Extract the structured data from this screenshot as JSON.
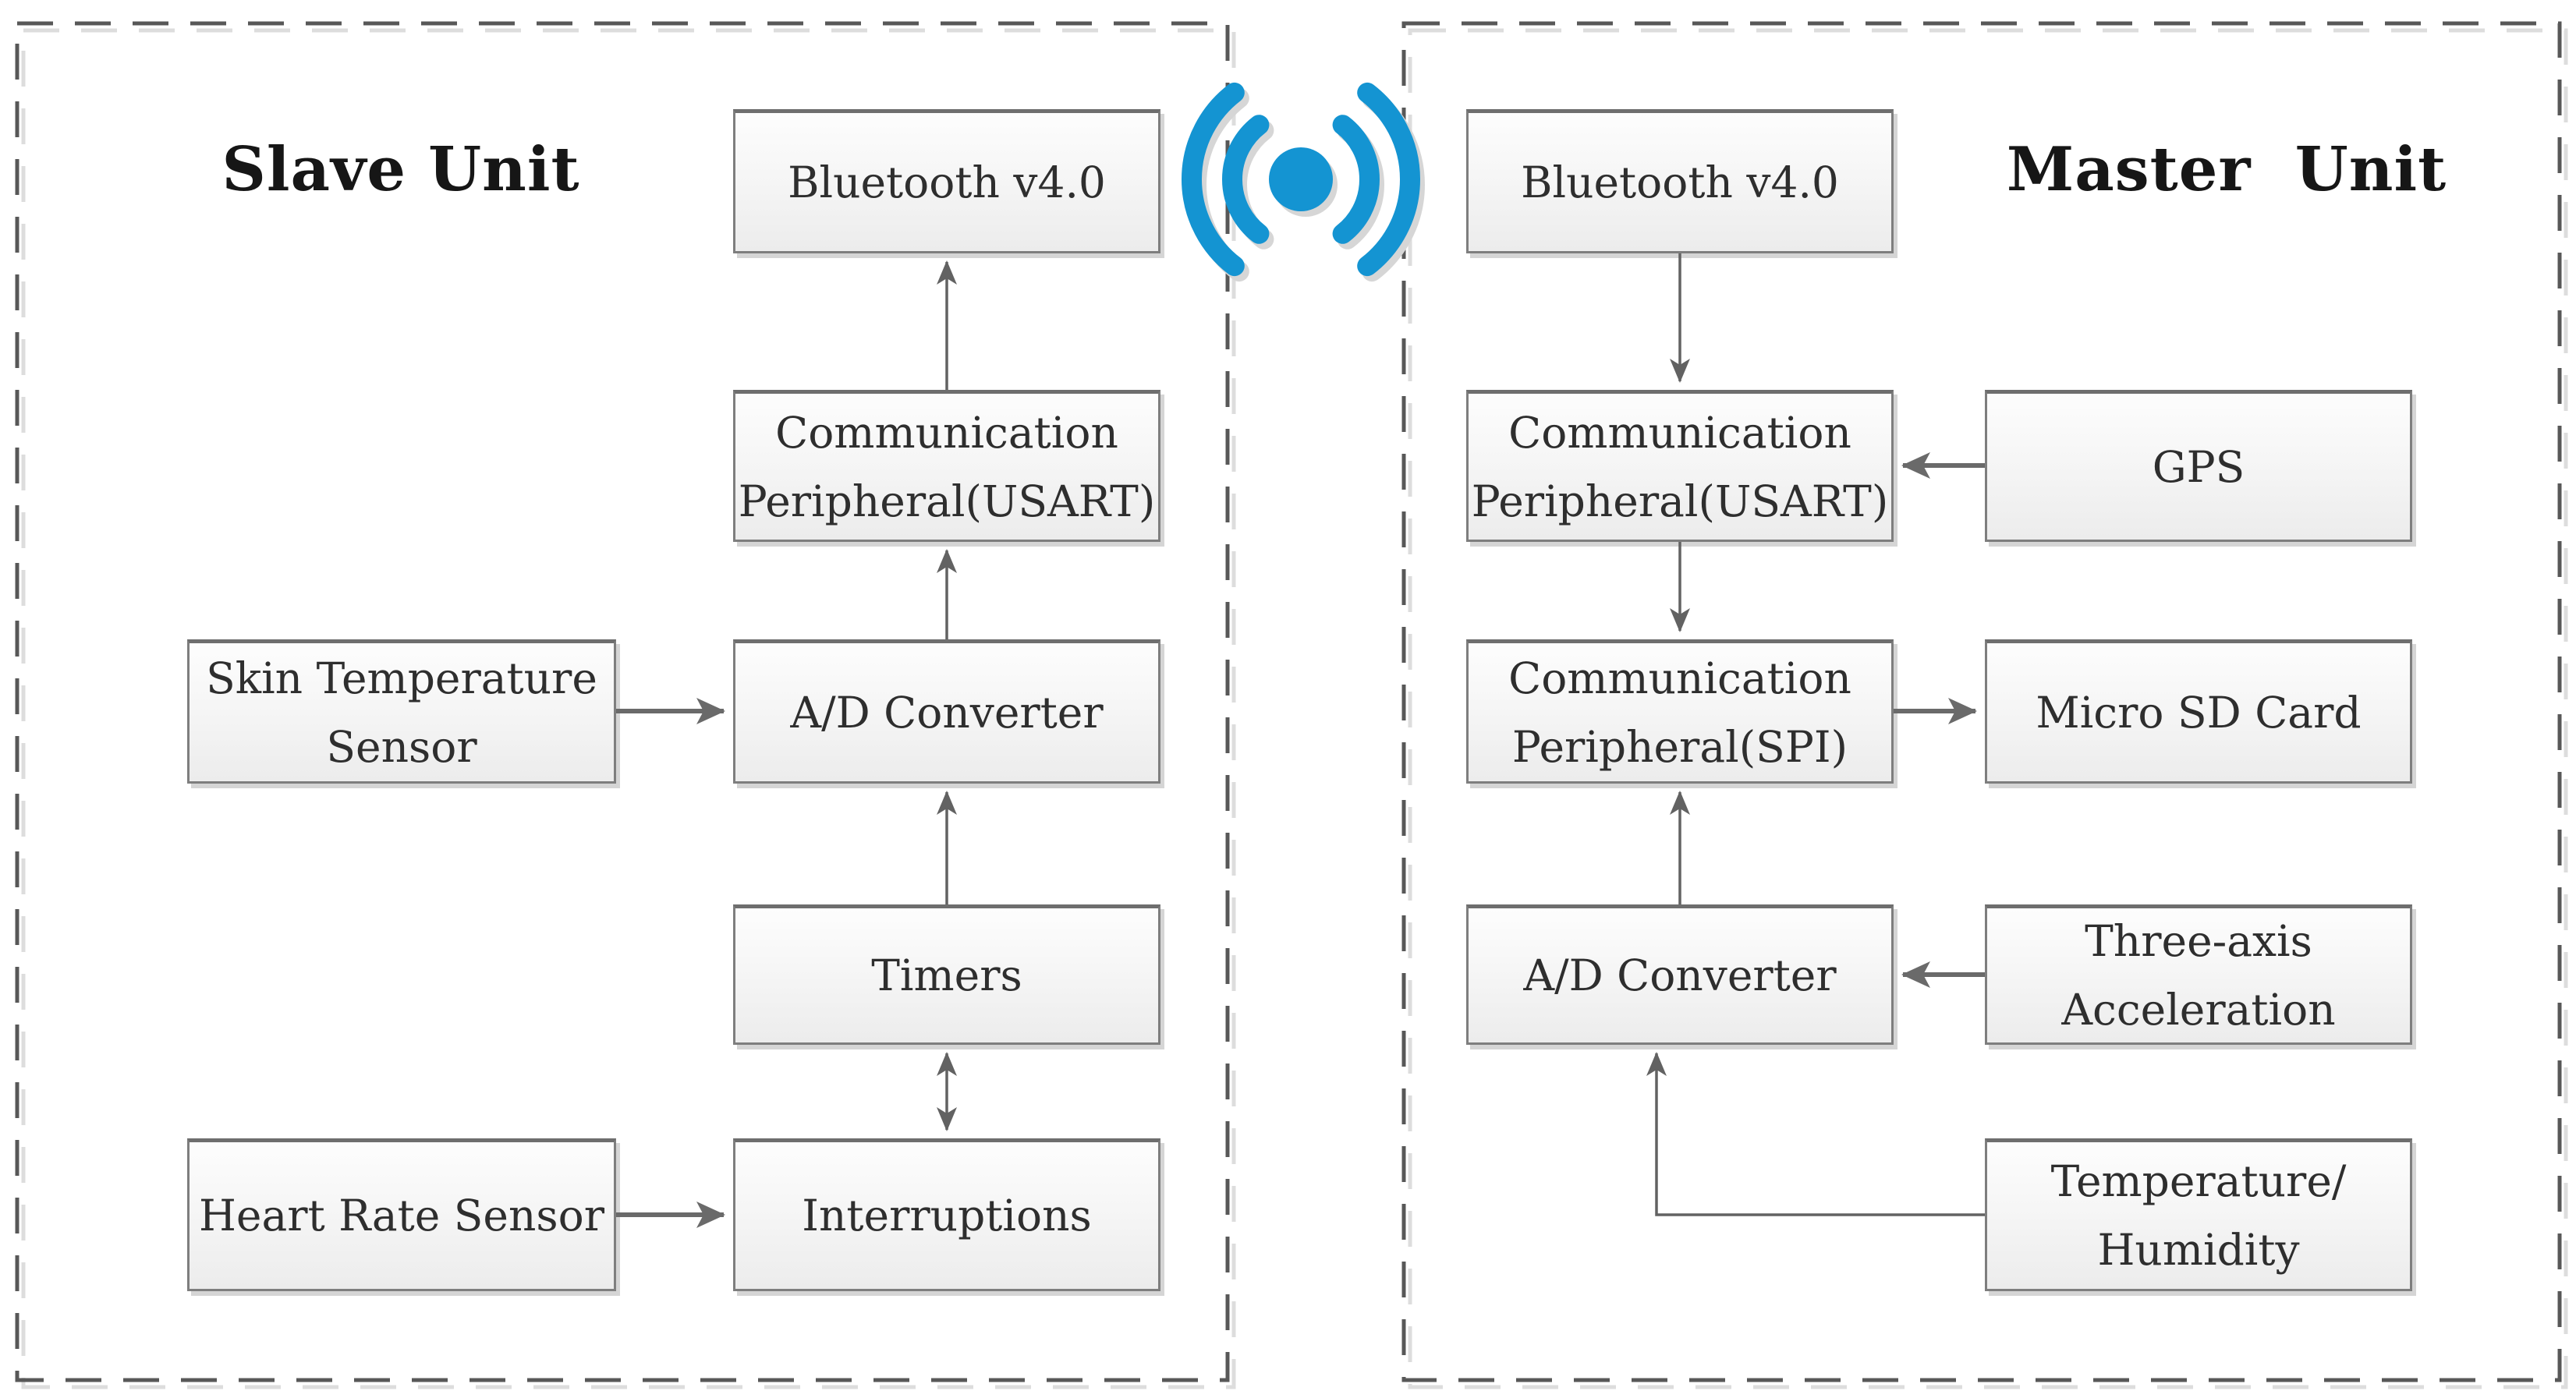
{
  "slave": {
    "title": "Slave Unit",
    "nodes": {
      "bluetooth": "Bluetooth v4.0",
      "comm_usart": "Communication\nPeripheral(USART)",
      "adc": "A/D Converter",
      "skin_temp": "Skin Temperature\nSensor",
      "timers": "Timers",
      "heart_rate": "Heart Rate Sensor",
      "interruptions": "Interruptions"
    }
  },
  "master": {
    "title": "Master  Unit",
    "nodes": {
      "bluetooth": "Bluetooth v4.0",
      "comm_usart": "Communication\nPeripheral(USART)",
      "comm_spi": "Communication\nPeripheral(SPI)",
      "adc": "A/D Converter",
      "gps": "GPS",
      "micro_sd": "Micro SD Card",
      "three_axis": "Three-axis\nAcceleration",
      "temp_humidity": "Temperature/\nHumidity"
    }
  },
  "wireless_link": {
    "icon": "wireless-signal-icon",
    "color": "#1494d2"
  },
  "style_colors": {
    "box_border": "#7e7e7e",
    "box_fill_top": "#fdfdfd",
    "box_fill_bottom": "#ececec",
    "arrow": "#626262",
    "dashed_border": "#585858",
    "title_text": "#161616",
    "node_text": "#2e2e2e"
  }
}
